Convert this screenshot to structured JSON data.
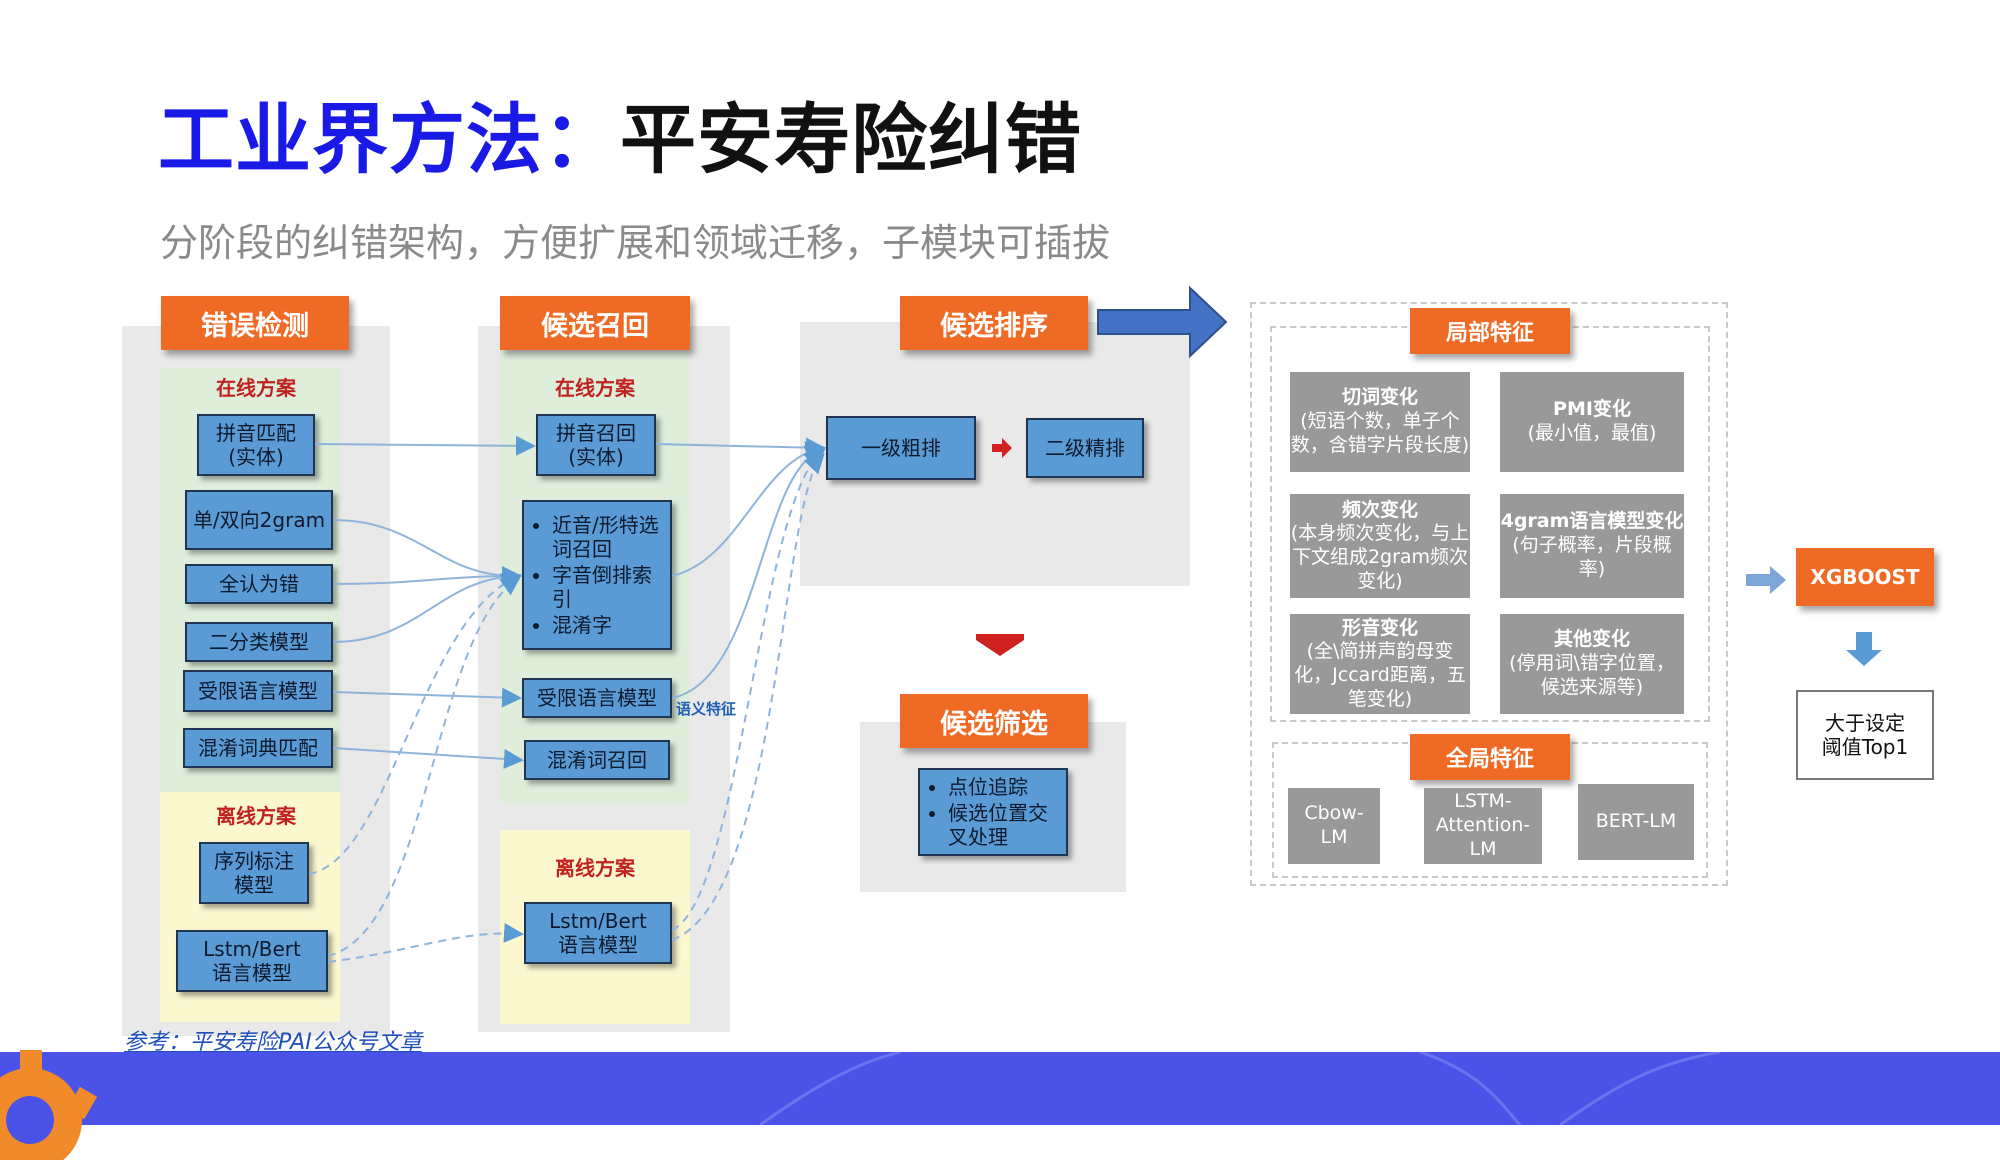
{
  "title": {
    "blue": "工业界方法：",
    "black": "平安寿险纠错"
  },
  "subtitle": "分阶段的纠错架构，方便扩展和领域迁移，子模块可插拔",
  "reference": "参考：平安寿险PAI公众号文章",
  "diagram": {
    "detection": {
      "header": "错误检测",
      "online_label": "在线方案",
      "online_items": [
        "拼音匹配\n(实体)",
        "单/双向2gram",
        "全认为错",
        "二分类模型",
        "受限语言模型",
        "混淆词典匹配"
      ],
      "offline_label": "离线方案",
      "offline_items": [
        "序列标注\n模型",
        "Lstm/Bert\n语言模型"
      ]
    },
    "recall": {
      "header": "候选召回",
      "online_label": "在线方案",
      "items": {
        "pinyin": "拼音召回\n(实体)",
        "bullets": [
          "近音/形特选词召回",
          "字音倒排索引",
          "混淆字"
        ],
        "restricted_lm": "受限语言模型",
        "confusion": "混淆词召回"
      },
      "semantic_label": "语义特征",
      "offline_label": "离线方案",
      "offline_item": "Lstm/Bert\n语言模型"
    },
    "ranking": {
      "header": "候选排序",
      "stage1": "一级粗排",
      "stage2": "二级精排"
    },
    "filtering": {
      "header": "候选筛选",
      "bullets": [
        "点位追踪",
        "候选位置交叉处理"
      ]
    },
    "local_features": {
      "header": "局部特征",
      "cards": [
        {
          "title": "切词变化",
          "body": "(短语个数，单子个数，含错字片段长度)"
        },
        {
          "title": "PMI变化",
          "body": "(最小值，最值)"
        },
        {
          "title": "频次变化",
          "body": "(本身频次变化，与上下文组成2gram频次变化)"
        },
        {
          "title": "4gram语言模型变化",
          "body": "(句子概率，片段概率)"
        },
        {
          "title": "形音变化",
          "body": "(全\\简拼声韵母变化，Jccard距离，五笔变化)"
        },
        {
          "title": "其他变化",
          "body": "(停用词\\错字位置，候选来源等)"
        }
      ]
    },
    "global_features": {
      "header": "全局特征",
      "items": [
        "Cbow-\nLM",
        "LSTM-\nAttention-\nLM",
        "BERT-LM"
      ]
    },
    "xgboost": "XGBOOST",
    "threshold": "大于设定\n阈值Top1"
  },
  "colors": {
    "accent_orange": "#ef6a24",
    "box_blue": "#5b9bd5",
    "title_blue": "#1a1ae6",
    "footer_blue": "#4a52e8"
  }
}
